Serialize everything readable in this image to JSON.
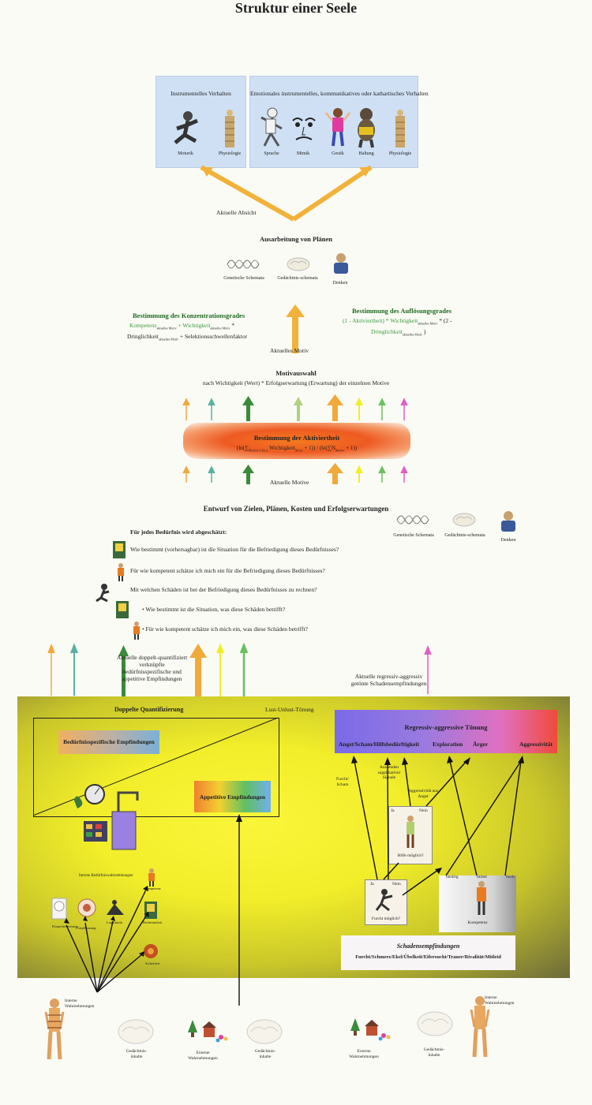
{
  "title": "Struktur einer Seele",
  "top": {
    "left_panel": {
      "heading": "Instrumentelles Verhalten",
      "labels": [
        "Motorik",
        "Physiologie"
      ]
    },
    "right_panel": {
      "heading": "Emotionales instrumentelles, kommunikatives oder kathartisches   Verhalten",
      "labels": [
        "Sprache",
        "Mimik",
        "Gestik",
        "Haltung",
        "Physiologie"
      ]
    }
  },
  "aktuelle_absicht": "Aktuelle Absicht",
  "plans": {
    "title": "Ausarbeitung von Plänen",
    "items": [
      "Genetische Schemata",
      "Gedächtnis-schemata",
      "Denken"
    ]
  },
  "konz": {
    "title": "Bestimmung des Konzentrationsgrades",
    "line1": "Kompetenz",
    "line1_sub": "aktuelles Motiv",
    "line1b": " + Wichtigkeit",
    "line1b_sub": "aktuelles Motiv",
    "line1c": " *",
    "line2": "Dringlichkeit",
    "line2_sub": "aktuelles Motiv",
    "line2b": " + Selektionsschwellenfaktor"
  },
  "aufl": {
    "title": "Bestimmung des Auflösungsgrades",
    "line1": "(1 - Aktiviertheit) * Wichtigkeit",
    "line1_sub": "aktuelles Motiv",
    "line1b": " * (2 -",
    "line2": "Dringlichkeit",
    "line2_sub": "aktuelles Motiv",
    "line2b": " )"
  },
  "aktuelles_motiv": "Aktuelles Motiv",
  "motivauswahl": {
    "title": "Motivauswahl",
    "sub": "nach Wichtigkeit (Wert) * Erfolgserwartung (Erwartung) der einzelnen Motive"
  },
  "aktiviertheit": {
    "title": "Bestimmung der Aktiviertheit",
    "formula_a": "(ln(",
    "formula_b": "∑",
    "formula_sub1": "Motive=1 bis n",
    "formula_c": " Wichtigkeit",
    "formula_sub2": "Motiv",
    "formula_d": " + 1)) / (ln(",
    "formula_e": "∑",
    "formula_f": "N",
    "formula_sub3": "Motive",
    "formula_g": " + 1))"
  },
  "aktuelle_motive": "Aktuelle Motive",
  "entwurf": {
    "title": "Entwurf von Zielen, Plänen, Kosten und Erfolgserwartungen",
    "intro": "Für jedes Bedürfnis wird abgeschätzt:",
    "q1": "Wie bestimmt (vorhersagbar) ist die Situation für die Befriedigung dieses Bedürfnisses?",
    "q2": "Für wie kompetent schätze ich mich ein für die Befriedigung dieses Bedürfnisses?",
    "q3": "Mit welchen Schäden ist bei der Befriedigung dieses Bedürfnisses zu rechnen?",
    "q4": "•  Wie bestimmt ist die Situation, was diese Schäden betrifft?",
    "q5": "•  Für wie kompetent schätze ich mich ein, was diese Schäden betrifft?",
    "icons": [
      "Genetische Schemata",
      "Gedächtnis-schemata",
      "Denken"
    ]
  },
  "aktuelle_doppelt": "Aktuelle doppelt-quantifiziert verknüpfte bedürfnisspezifische und appetitive Empfindungen",
  "aktuelle_regressiv": "Aktuelle regressiv-aggressiv getönte Schadensempfindungen",
  "doppelte": "Doppelte Quantifizierung",
  "lust": "Lust-Unlust-Tönung",
  "bed_empf": "Bedürfnisspezifische Empfindungen",
  "appetitive": "Appetitive Empfindungen",
  "interne": "Interne Bedürfniswahrnehmungen",
  "body_items": [
    "Körperbedürfnisse",
    "Fortpflanzung",
    "Legitimität",
    "Bestimmtheit",
    "Kompetenz",
    "Sicherheit"
  ],
  "regressiv": {
    "title": "Regressiv-aggressive Tönung",
    "labels": [
      "Angst/Scham/Hilfsbedürftigkeit",
      "Exploration",
      "Ärger",
      "Aggressivität"
    ]
  },
  "furcht": "Furcht/ Scham",
  "aussenden": "Aussenden supplikativer Signale",
  "aggress_angst": "Aggressivität aus Angst",
  "ja": "Ja",
  "nein": "Nein",
  "hilfe": "Hilfe möglich?",
  "furcht_q": "Furcht möglich?",
  "niedrig": "niedrig",
  "mittel": "mittel",
  "hoch": "hoch",
  "kompetenz": "Kompetenz",
  "schaden": {
    "title": "Schadensempfindungen",
    "sub": "Furcht/Schmerz/Ekel/Übelkeit/Eifersucht/Trauer/Rivalität/Mitleid"
  },
  "bottom_labels": {
    "interne_w": "Interne Wahrnehmungen",
    "ged_inhalt": "Gedächtnis-inhalte",
    "externe_w": "Externe Wahrnehmungen"
  },
  "colors": {
    "orange": "#f2a93a",
    "green": "#3d8c3d",
    "purple": "#7f5fd0",
    "yellow": "#f2ee2a"
  }
}
